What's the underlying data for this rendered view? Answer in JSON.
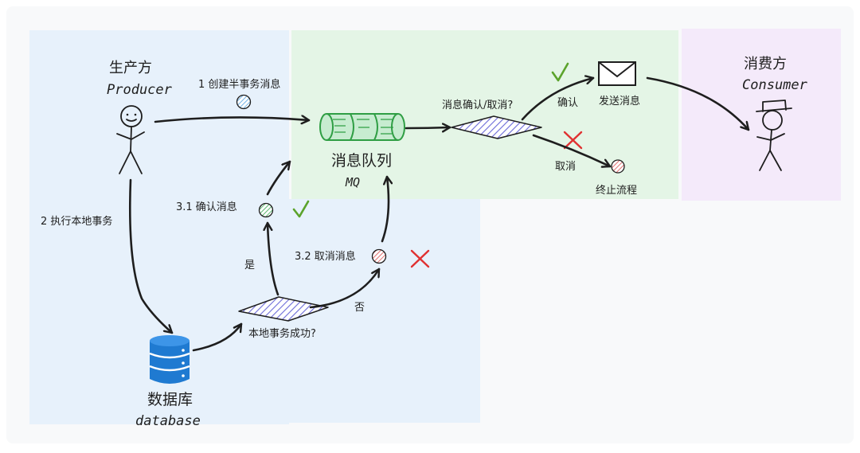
{
  "colors": {
    "canvas": "#f8f9fa",
    "producer_zone": "#e7f1fb",
    "mq_zone": "#e4f5e6",
    "consumer_zone": "#f4eafa",
    "queue_fill": "#c7ecd0",
    "queue_stroke": "#2f9e44",
    "decision_hatch": "#6c6cd9",
    "check": "#5ba32b",
    "cross": "#e03131",
    "dot_blue": "#74b5e8",
    "dot_green": "#8fd19e",
    "dot_red": "#f1a0a0",
    "db_blue": "#1f7ad1"
  },
  "producer": {
    "title": "生产方",
    "subtitle": "Producer"
  },
  "consumer": {
    "title": "消费方",
    "subtitle": "Consumer"
  },
  "queue": {
    "title": "消息队列",
    "subtitle": "MQ"
  },
  "database": {
    "title": "数据库",
    "subtitle": "database"
  },
  "steps": {
    "create_half": "1 创建半事务消息",
    "exec_local": "2 执行本地事务",
    "confirm_msg": "3.1 确认消息",
    "cancel_msg": "3.2 取消消息"
  },
  "decisions": {
    "mq_decision": "消息确认/取消?",
    "local_decision": "本地事务成功?"
  },
  "branches": {
    "confirm": "确认",
    "cancel": "取消",
    "yes": "是",
    "no": "否"
  },
  "outcomes": {
    "send_message": "发送消息",
    "terminate": "终止流程"
  },
  "icons": {
    "producer": "stick-figure-icon",
    "consumer": "stick-figure-hat-icon",
    "queue": "queue-cylinder-icon",
    "database": "database-icon",
    "envelope": "envelope-icon",
    "check": "check-icon",
    "cross": "cross-icon"
  }
}
